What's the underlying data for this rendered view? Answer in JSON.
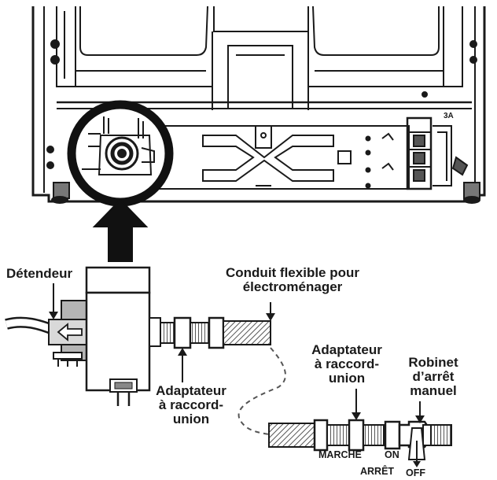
{
  "labels": {
    "regulator": "Détendeur",
    "flex_line_1": "Conduit flexible pour",
    "flex_line_2": "électroménager",
    "adapter_left_1": "Adaptateur",
    "adapter_left_2": "à raccord-",
    "adapter_left_3": "union",
    "adapter_right_1": "Adaptateur",
    "adapter_right_2": "à raccord-",
    "adapter_right_3": "union",
    "valve_1": "Robinet",
    "valve_2": "d’arrêt",
    "valve_3": "manuel",
    "marche": "MARCHE",
    "on": "ON",
    "arret": "ARRÊT",
    "off": "OFF"
  },
  "icons": [
    "arrow-up-icon",
    "arrow-left-icon"
  ],
  "colors": {
    "ink": "#1a1a1a",
    "hatch": "#6a6a6a",
    "panel_grey": "#9a9a9a"
  }
}
